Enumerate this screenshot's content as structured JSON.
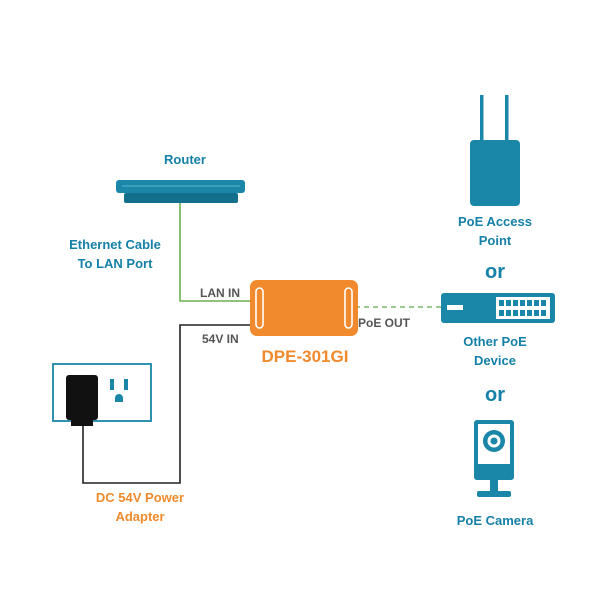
{
  "router": {
    "label": "Router"
  },
  "ethernet_cable": {
    "line1": "Ethernet Cable",
    "line2": "To LAN Port"
  },
  "injector": {
    "name": "DPE-301GI",
    "lan_in": "LAN IN",
    "dc_in": "54V IN",
    "poe_out": "PoE OUT"
  },
  "adapter": {
    "line1": "DC 54V Power",
    "line2": "Adapter"
  },
  "access_point": {
    "line1": "PoE Access",
    "line2": "Point"
  },
  "other_device": {
    "line1": "Other PoE",
    "line2": "Device"
  },
  "camera": {
    "label": "PoE Camera"
  },
  "connector_or_1": "or",
  "connector_or_2": "or",
  "colors": {
    "device_blue": "#1a86a8",
    "device_blue_dark": "#136f8c",
    "label_blue": "#1580a8",
    "injector_orange": "#f08a2c",
    "cable_green": "#6ab04c",
    "cable_black": "#222222",
    "poe_dash_green": "#7cb86a"
  }
}
